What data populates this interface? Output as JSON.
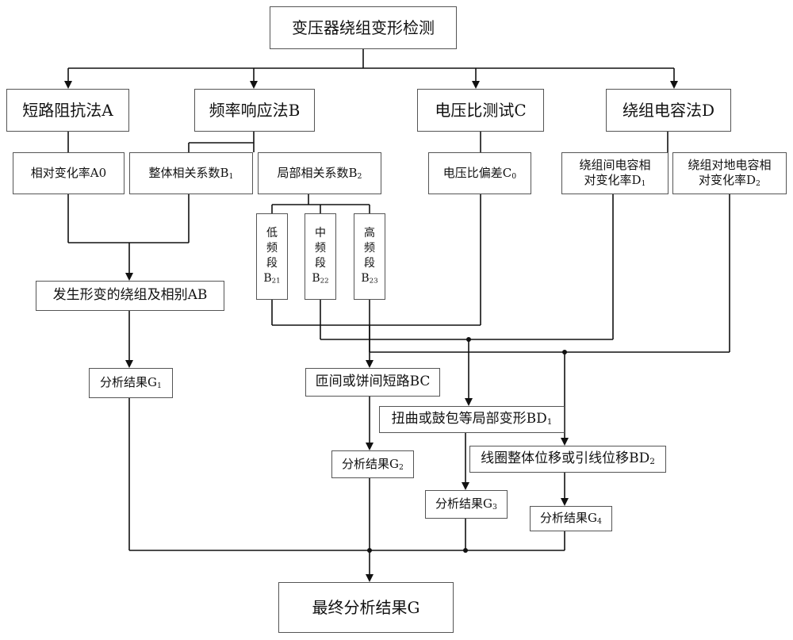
{
  "nodes": {
    "root": "变压器绕组变形检测",
    "method_a": "短路阻抗法A",
    "method_b": "频率响应法B",
    "method_c": "电压比测试C",
    "method_d": "绕组电容法D",
    "a0": {
      "text": "相对变化率A",
      "sub": "0"
    },
    "b1": {
      "text": "整体相关系数B",
      "sub": "1"
    },
    "b2": {
      "text": "局部相关系数B",
      "sub": "2"
    },
    "c0": {
      "text": "电压比偏差C",
      "sub": "0"
    },
    "d1": {
      "line1": "绕组间电容相",
      "line2": "对变化率D",
      "sub": "1"
    },
    "d2": {
      "line1": "绕组对地电容相",
      "line2": "对变化率D",
      "sub": "2"
    },
    "b21": {
      "chars": [
        "低",
        "频",
        "段"
      ],
      "code": "B",
      "sub": "21"
    },
    "b22": {
      "chars": [
        "中",
        "频",
        "段"
      ],
      "code": "B",
      "sub": "22"
    },
    "b23": {
      "chars": [
        "高",
        "频",
        "段"
      ],
      "code": "B",
      "sub": "23"
    },
    "ab": "发生形变的绕组及相别AB",
    "bc": "匝间或饼间短路BC",
    "bd1": {
      "text": "扭曲或鼓包等局部变形BD",
      "sub": "1"
    },
    "bd2": {
      "text": "线圈整体位移或引线位移BD",
      "sub": "2"
    },
    "g1": {
      "text": "分析结果G",
      "sub": "1"
    },
    "g2": {
      "text": "分析结果G",
      "sub": "2"
    },
    "g3": {
      "text": "分析结果G",
      "sub": "3"
    },
    "g4": {
      "text": "分析结果G",
      "sub": "4"
    },
    "final": "最终分析结果G"
  },
  "colors": {
    "line": "#111111",
    "border": "#555555"
  }
}
